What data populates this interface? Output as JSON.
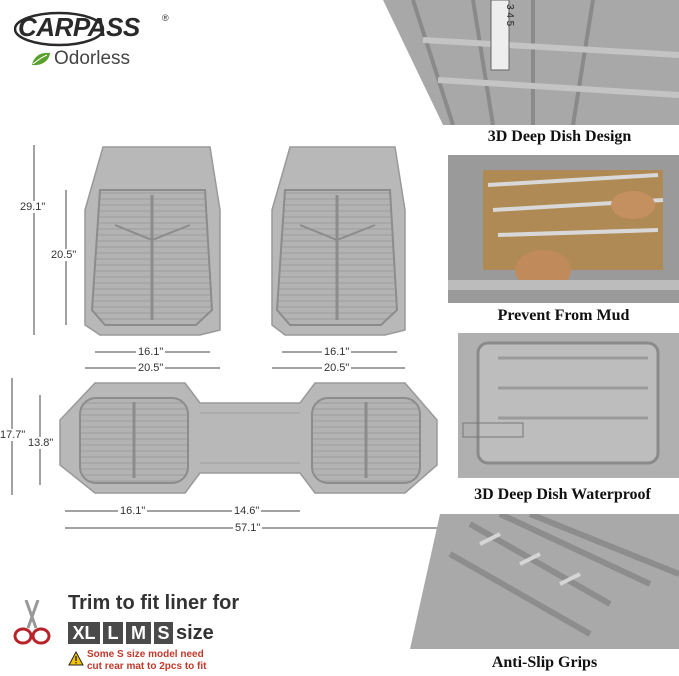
{
  "brand": {
    "name": "CARPASS",
    "reg": "®",
    "feature": "Odorless"
  },
  "dimensions": {
    "front_height": "29.1\"",
    "front_inner_height": "20.5\"",
    "front_left_inner_width": "16.1\"",
    "front_left_width": "20.5\"",
    "front_right_inner_width": "16.1\"",
    "front_right_width": "20.5\"",
    "rear_height": "17.7\"",
    "rear_inner_height": "13.8\"",
    "rear_side_width": "16.1\"",
    "rear_middle_width": "14.6\"",
    "rear_total_width": "57.1\""
  },
  "features": [
    {
      "caption": "3D Deep Dish Design"
    },
    {
      "caption": "Prevent From Mud"
    },
    {
      "caption": "3D Deep Dish Waterproof"
    },
    {
      "caption": "Anti-Slip Grips"
    }
  ],
  "ruler": {
    "marks": "3 4 5"
  },
  "trim": {
    "title": "Trim to fit liner for",
    "sizes": [
      "XL",
      "L",
      "M",
      "S"
    ],
    "size_word": "size",
    "note_line1": "Some S size model need",
    "note_line2": "cut rear mat to 2pcs to fit"
  },
  "colors": {
    "mat": "#b3b3b3",
    "mat_dark": "#8c8c8c",
    "accent_green": "#5aa02c",
    "warn_red": "#c0392b"
  }
}
